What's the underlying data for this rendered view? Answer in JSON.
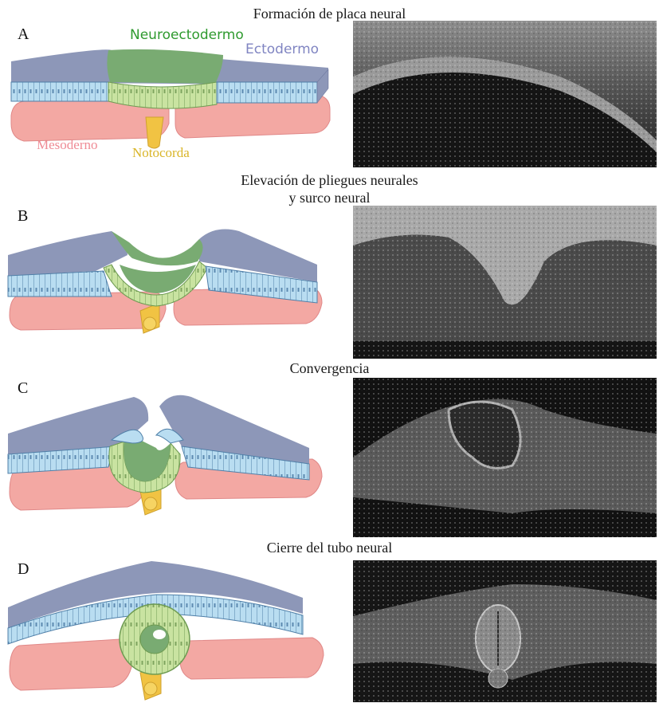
{
  "stages": [
    {
      "letter": "A",
      "title": "Formación de placa neural",
      "title_line2": ""
    },
    {
      "letter": "B",
      "title": "Elevación de pliegues neurales",
      "title_line2": "y surco neural"
    },
    {
      "letter": "C",
      "title": "Convergencia",
      "title_line2": ""
    },
    {
      "letter": "D",
      "title": "Cierre del tubo neural",
      "title_line2": ""
    }
  ],
  "labels": {
    "neuroectoderm": "Neuroectodermo",
    "ectoderm": "Ectodermo",
    "mesoderm": "Mesoderno",
    "notochord": "Notocorda"
  },
  "colors": {
    "ectoderm_top": "#8d97b8",
    "ectoderm_cells": "#b9ddf1",
    "neuroectoderm_top": "#79ab72",
    "neuroectoderm_cells": "#c9e3a1",
    "mesoderm": "#f3a8a3",
    "notochord": "#f1c343",
    "label_green": "#2f9a2f",
    "label_blue": "#8085c2",
    "label_pink": "#ef8b95",
    "label_yellow": "#d9b528"
  }
}
